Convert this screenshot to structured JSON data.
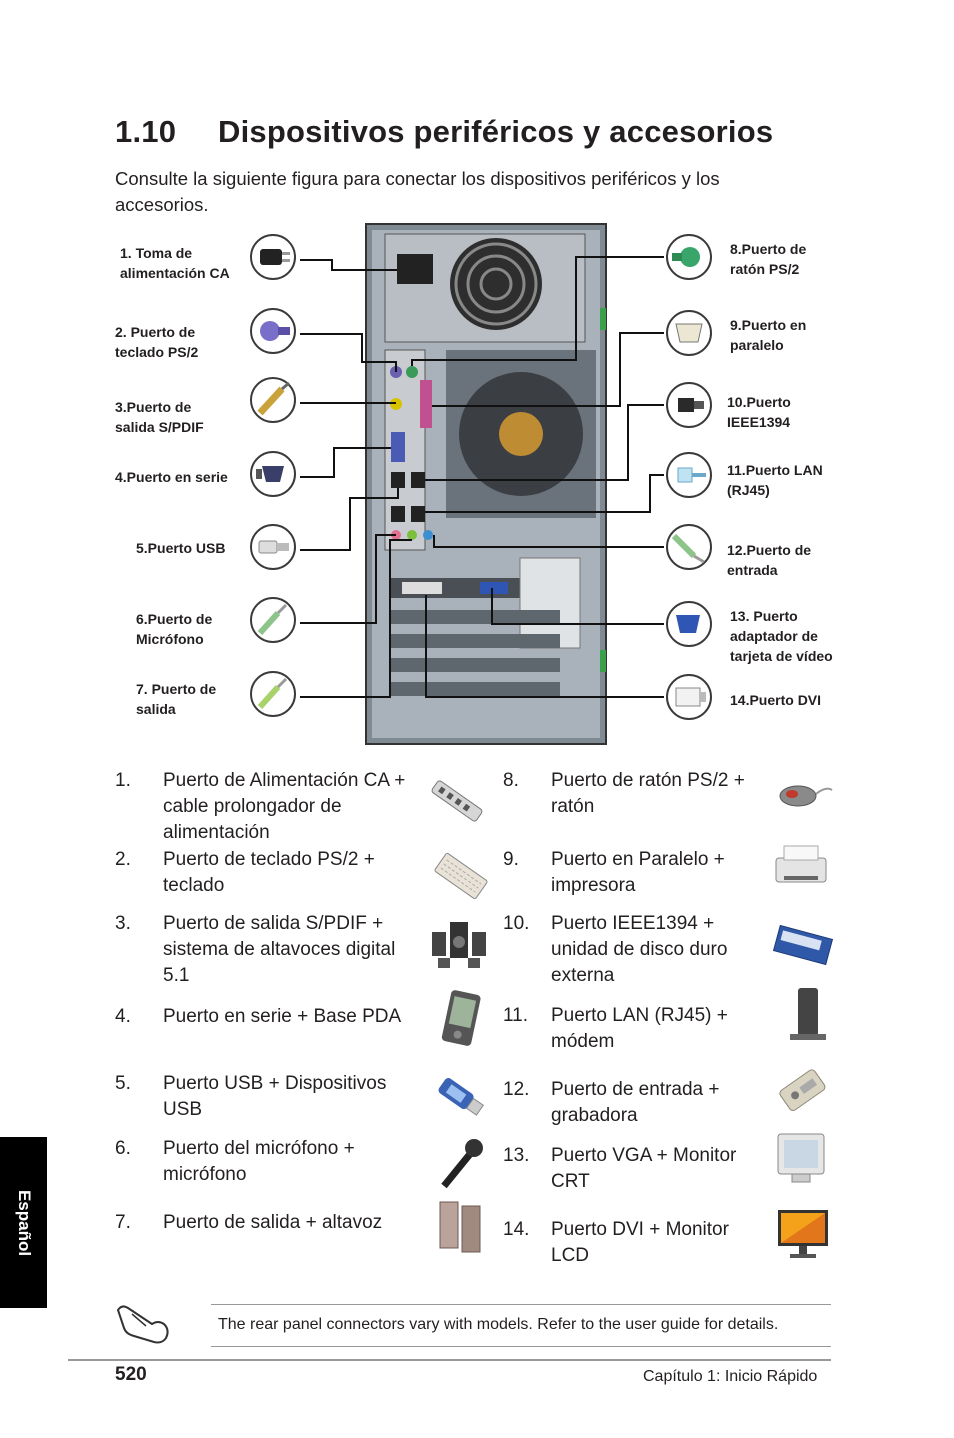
{
  "title": {
    "number": "1.10",
    "text": "Dispositivos periféricos y accesorios"
  },
  "intro": "Consulte la siguiente figura para conectar los dispositivos periféricos y los accesorios.",
  "diagram": {
    "left_labels": [
      "1. Toma de\nalimentación CA",
      "2. Puerto de\nteclado PS/2",
      "3.Puerto de\nsalida S/PDIF",
      "4.Puerto en serie",
      "5.Puerto USB",
      "6.Puerto de\nMicrófono",
      "7. Puerto de\nsalida"
    ],
    "right_labels": [
      "8.Puerto de\nratón PS/2",
      "9.Puerto en\nparalelo",
      "10.Puerto\nIEEE1394",
      "11.Puerto LAN\n(RJ45)",
      "12.Puerto de\nentrada",
      "13. Puerto\nadaptador de\ntarjeta de vídeo",
      "14.Puerto DVI"
    ],
    "icons": [
      "power-plug-icon",
      "ps2-keyboard-plug-icon",
      "spdif-plug-icon",
      "serial-plug-icon",
      "usb-plug-icon",
      "mic-plug-icon",
      "audio-out-plug-icon",
      "ps2-mouse-plug-icon",
      "parallel-plug-icon",
      "ieee1394-plug-icon",
      "rj45-plug-icon",
      "line-in-plug-icon",
      "vga-plug-icon",
      "dvi-plug-icon"
    ]
  },
  "list": [
    {
      "num": "1.",
      "text": "Puerto de Alimentación CA + cable prolongador de alimentación",
      "device": "power-strip-icon"
    },
    {
      "num": "2.",
      "text": "Puerto de teclado PS/2 + teclado",
      "device": "keyboard-icon"
    },
    {
      "num": "3.",
      "text": "Puerto de salida S/PDIF + sistema de altavoces digital 5.1",
      "device": "speaker-system-icon"
    },
    {
      "num": "4.",
      "text": "Puerto en serie + Base PDA",
      "device": "pda-icon"
    },
    {
      "num": "5.",
      "text": "Puerto USB + Dispositivos USB",
      "device": "usb-drive-icon"
    },
    {
      "num": "6.",
      "text": "Puerto del micrófono + micrófono",
      "device": "microphone-icon"
    },
    {
      "num": "7.",
      "text": "Puerto de salida + altavoz",
      "device": "speakers-icon"
    },
    {
      "num": "8.",
      "text": "Puerto de ratón PS/2 + ratón",
      "device": "mouse-icon"
    },
    {
      "num": "9.",
      "text": "Puerto en Paralelo + impresora",
      "device": "printer-icon"
    },
    {
      "num": "10.",
      "text": "Puerto IEEE1394 + unidad de disco duro externa",
      "device": "external-hdd-icon"
    },
    {
      "num": "11.",
      "text": "Puerto LAN (RJ45) + módem",
      "device": "modem-icon"
    },
    {
      "num": "12.",
      "text": "Puerto de entrada + grabadora",
      "device": "recorder-icon"
    },
    {
      "num": "13.",
      "text": "Puerto VGA + Monitor CRT",
      "device": "crt-monitor-icon"
    },
    {
      "num": "14.",
      "text": "Puerto DVI + Monitor LCD",
      "device": "lcd-monitor-icon"
    }
  ],
  "side_tab": "Español",
  "note": "The rear panel connectors vary with models. Refer to the user guide for details.",
  "note_icon": "pointing-hand-icon",
  "footer": {
    "page": "520",
    "chapter": "Capítulo 1: Inicio Rápido"
  }
}
